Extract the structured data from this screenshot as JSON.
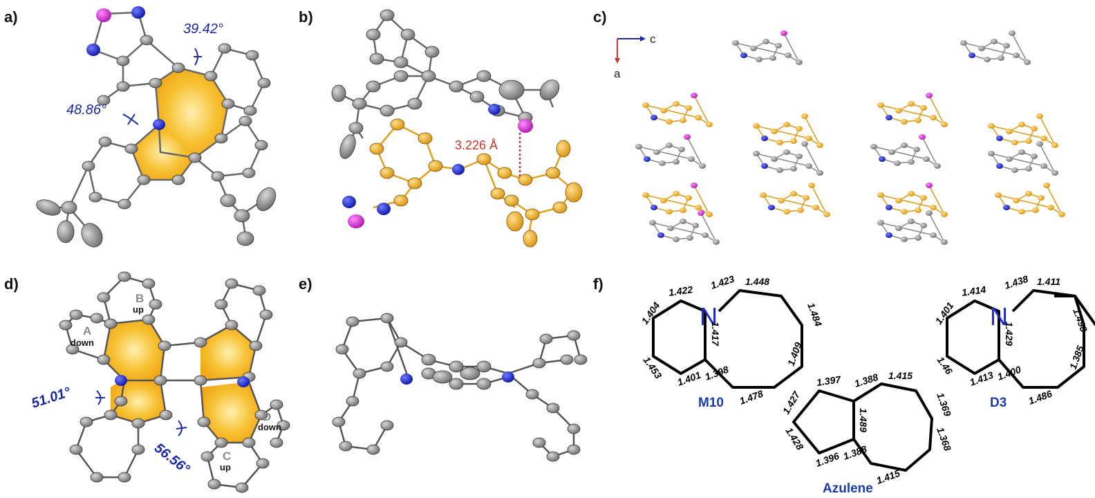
{
  "panels": {
    "a": {
      "label": "a)",
      "angle1": "39.42°",
      "angle2": "48.86°"
    },
    "b": {
      "label": "b)",
      "distance": "3.226 Å"
    },
    "c": {
      "label": "c)",
      "axis_c": "c",
      "axis_a": "a"
    },
    "d": {
      "label": "d)",
      "angle1": "51.01°",
      "angle2": "56.56°",
      "rings": [
        {
          "tag": "A",
          "dir": "down"
        },
        {
          "tag": "B",
          "dir": "up"
        },
        {
          "tag": "C",
          "dir": "up"
        },
        {
          "tag": "D",
          "dir": "down"
        }
      ]
    },
    "e": {
      "label": "e)"
    },
    "f": {
      "label": "f)",
      "molecules": {
        "m10": {
          "name": "M10",
          "atom": "N",
          "bonds": [
            "1.422",
            "1.423",
            "1.448",
            "1.404",
            "1.484",
            "1.417",
            "1.453",
            "1.409",
            "1.401",
            "1.398",
            "1.478"
          ]
        },
        "d3": {
          "name": "D3",
          "atom": "N",
          "bonds": [
            "1.414",
            "1.438",
            "1.411",
            "1.401",
            "1.498",
            "1.429",
            "1.46",
            "1.385",
            "1.413",
            "1.400",
            "1.486"
          ]
        },
        "azulene": {
          "name": "Azulene",
          "bonds": [
            "1.397",
            "1.388",
            "1.415",
            "1.427",
            "1.369",
            "1.489",
            "1.428",
            "1.368",
            "1.396",
            "1.388",
            "1.415"
          ]
        }
      }
    }
  },
  "colors": {
    "carbon": "#8c8c8c",
    "nitrogen": "#1e23c8",
    "heteroatom": "#d21ed2",
    "highlight": "#f5b21e",
    "annotation": "#1c2a9e",
    "contact": "#c0392b"
  }
}
